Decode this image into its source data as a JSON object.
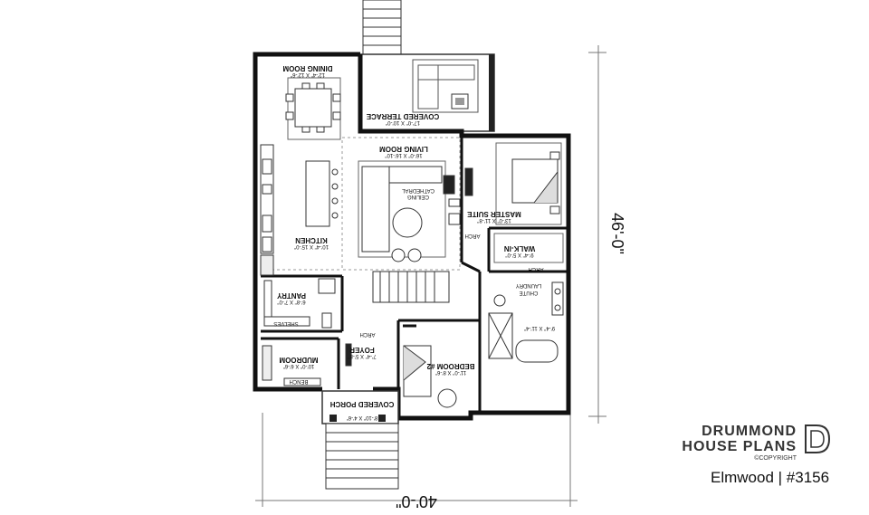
{
  "rooms": {
    "dining": {
      "name": "DINING ROOM",
      "dims": "12'-4\" X 12'-6\""
    },
    "terrace": {
      "name": "COVERED TERRACE",
      "dims": "17'-0\" X 10'-0\""
    },
    "living": {
      "name": "LIVING ROOM",
      "dims": "16'-0\" X 16'-10\""
    },
    "master": {
      "name": "MASTER SUITE",
      "dims": "13'-0\" X 11'-8\""
    },
    "kitchen": {
      "name": "KITCHEN",
      "dims": "10'-4\" X 15'-0\""
    },
    "walkin": {
      "name": "WALK-IN",
      "dims": "9'-4\" X 5'-0\""
    },
    "pantry": {
      "name": "PANTRY",
      "dims": "6'-8\" X 7'-0\""
    },
    "foyer": {
      "name": "FOYER",
      "dims": "7'-4\" X 5'-8\""
    },
    "mudroom": {
      "name": "MUDROOM",
      "dims": "10'-0\" X 6'-6\""
    },
    "bedroom2": {
      "name": "BEDROOM #2",
      "dims": "11'-0\" X 8'-6\""
    },
    "bath": {
      "dims": "9'-4\" X 11'-4\""
    },
    "porch": {
      "name": "COVERED PORCH",
      "dims": "8'-10\" X 4'-6\""
    }
  },
  "annotations": {
    "cathedral_1": "CATHEDRAL",
    "cathedral_2": "CEILING",
    "arch": "ARCH",
    "laundry_1": "LAUNDRY",
    "laundry_2": "CHUTE",
    "shelves": "SHELVES",
    "bench": "BENCH"
  },
  "dimensions": {
    "width": "40'-0\"",
    "depth": "46'-0\""
  },
  "branding": {
    "line1": "DRUMMOND",
    "line2": "HOUSE PLANS",
    "copyright": "©COPYRIGHT",
    "caption": "Elmwood | #3156"
  }
}
